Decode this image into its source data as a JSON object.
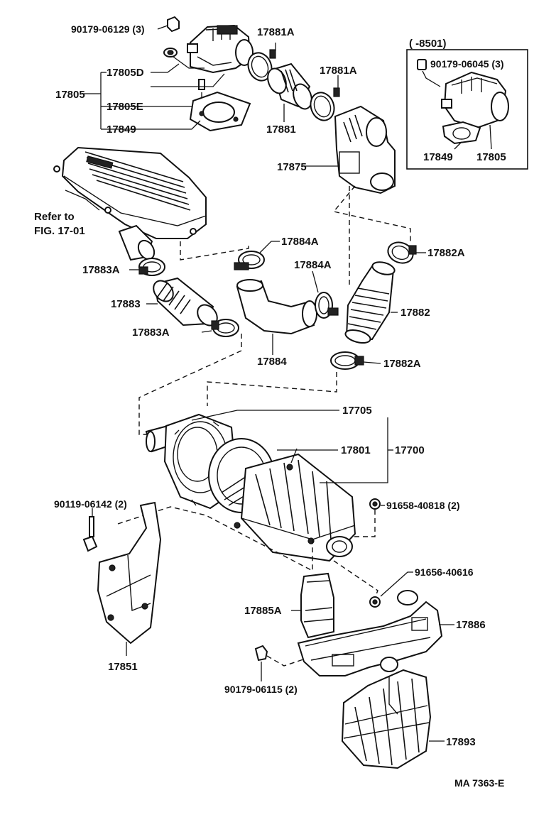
{
  "labels": {
    "p90179_06129": "90179-06129 (3)",
    "p17881A_top": "17881A",
    "p17805D": "17805D",
    "p17805": "17805",
    "p17805E": "17805E",
    "p17849": "17849",
    "p17881": "17881",
    "p17881A_mid": "17881A",
    "p17875": "17875",
    "refer_line1": "Refer to",
    "refer_line2": "FIG. 17-01",
    "p17884A_top": "17884A",
    "p17884A_mid": "17884A",
    "p17882A_top": "17882A",
    "p17883A_top": "17883A",
    "p17883": "17883",
    "p17883A_bot": "17883A",
    "p17884": "17884",
    "p17882": "17882",
    "p17882A_bot": "17882A",
    "p17705": "17705",
    "p17801": "17801",
    "p17700": "17700",
    "p90119_06142": "90119-06142 (2)",
    "p91658_40818": "91658-40818 (2)",
    "p91656_40616": "91656-40616",
    "p17885A": "17885A",
    "p17886": "17886",
    "p17851": "17851",
    "p90179_06115": "90179-06115 (2)",
    "p17893": "17893",
    "figure_code": "MA 7363-E"
  },
  "inset": {
    "range": "(      -8501)",
    "p90179_06045": "90179-06045 (3)",
    "p17849": "17849",
    "p17805": "17805"
  }
}
